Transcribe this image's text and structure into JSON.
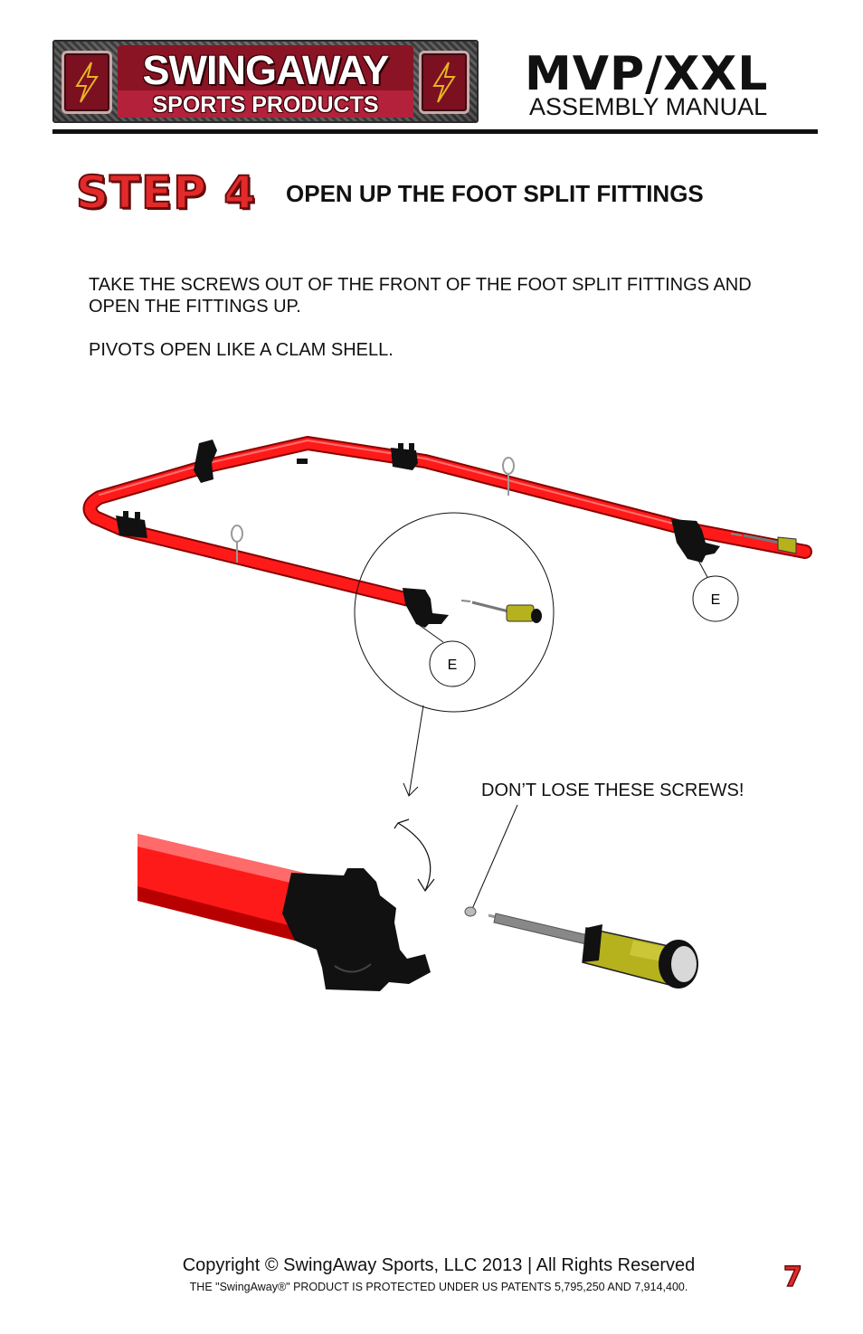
{
  "header": {
    "brand_main": "SWINGAWAY",
    "brand_sub": "SPORTS PRODUCTS",
    "model": "MVP/XXL",
    "document_type": "ASSEMBLY MANUAL"
  },
  "step": {
    "label": "STEP 4",
    "title": "OPEN UP THE FOOT SPLIT FITTINGS"
  },
  "instructions": {
    "line1": "TAKE THE SCREWS OUT OF THE FRONT OF THE FOOT SPLIT FITTINGS AND OPEN THE FITTINGS UP.",
    "line2": "PIVOTS OPEN LIKE A CLAM SHELL."
  },
  "illustration": {
    "callout_letter": "E",
    "warning": "DON’T LOSE THESE SCREWS!"
  },
  "footer": {
    "copyright": "Copyright © SwingAway Sports, LLC 2013 | All Rights Reserved",
    "patent": "THE \"SwingAway®\" PRODUCT IS PROTECTED UNDER US PATENTS 5,795,250 AND 7,914,400.",
    "page_number": "7"
  },
  "colors": {
    "brand_red": "#e32a2a",
    "tube_red": "#ff1a1a",
    "fitting_black": "#111111",
    "screwdriver_handle": "#b5b21e"
  }
}
